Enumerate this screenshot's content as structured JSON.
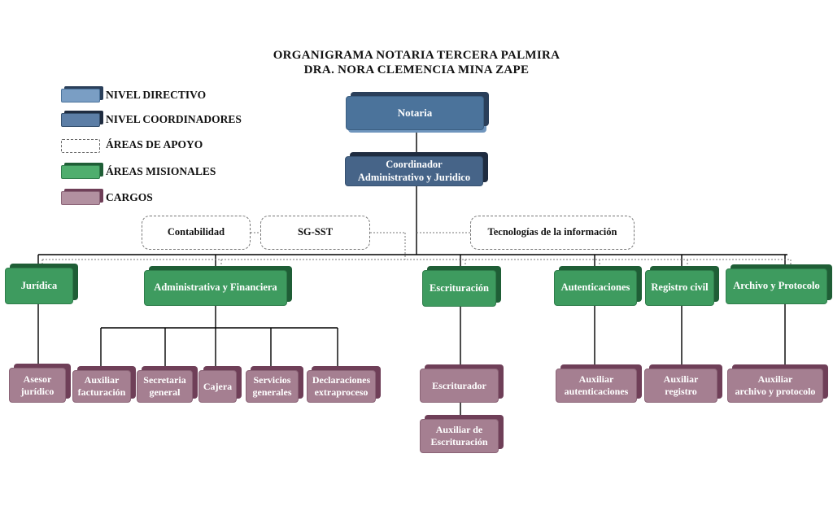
{
  "title": {
    "line1": "ORGANIGRAMA NOTARIA TERCERA PALMIRA",
    "line2": "DRA. NORA CLEMENCIA MINA ZAPE"
  },
  "legend": [
    {
      "label": "NIVEL DIRECTIVO",
      "color": "#7a9ec4"
    },
    {
      "label": "NIVEL COORDINADORES",
      "color": "#5c7ea6"
    },
    {
      "label": "ÁREAS DE APOYO",
      "color": "#ffffff"
    },
    {
      "label": "ÁREAS MISIONALES",
      "color": "#4fae6e"
    },
    {
      "label": "CARGOS",
      "color": "#b290a0"
    }
  ],
  "nodes": {
    "notaria": "Notaria",
    "coordinador": {
      "line1": "Coordinador",
      "line2": "Administrativo y Juridico"
    },
    "apoyo": {
      "contabilidad": "Contabilidad",
      "sgsst": "SG-SST",
      "tecnologias": "Tecnologías de la información"
    },
    "areas": {
      "juridica": "Jurídica",
      "administrativa": "Administrativa y Financiera",
      "escrituracion": "Escrituración",
      "autenticaciones": "Autenticaciones",
      "registro": "Registro civil",
      "archivo": "Archivo y Protocolo"
    },
    "cargos": {
      "asesor": {
        "line1": "Asesor",
        "line2": "jurídico"
      },
      "aux_facturacion": {
        "line1": "Auxiliar",
        "line2": "facturación"
      },
      "secretaria": {
        "line1": "Secretaria",
        "line2": "general"
      },
      "cajera": "Cajera",
      "servicios": {
        "line1": "Servicios",
        "line2": "generales"
      },
      "declaraciones": {
        "line1": "Declaraciones",
        "line2": "extraproceso"
      },
      "escriturador": "Escriturador",
      "aux_escrituracion": {
        "line1": "Auxiliar de",
        "line2": "Escrituración"
      },
      "aux_autenticaciones": {
        "line1": "Auxiliar",
        "line2": "autenticaciones"
      },
      "aux_registro": {
        "line1": "Auxiliar",
        "line2": "registro"
      },
      "aux_archivo": {
        "line1": "Auxiliar",
        "line2": "archivo y protocolo"
      }
    }
  }
}
